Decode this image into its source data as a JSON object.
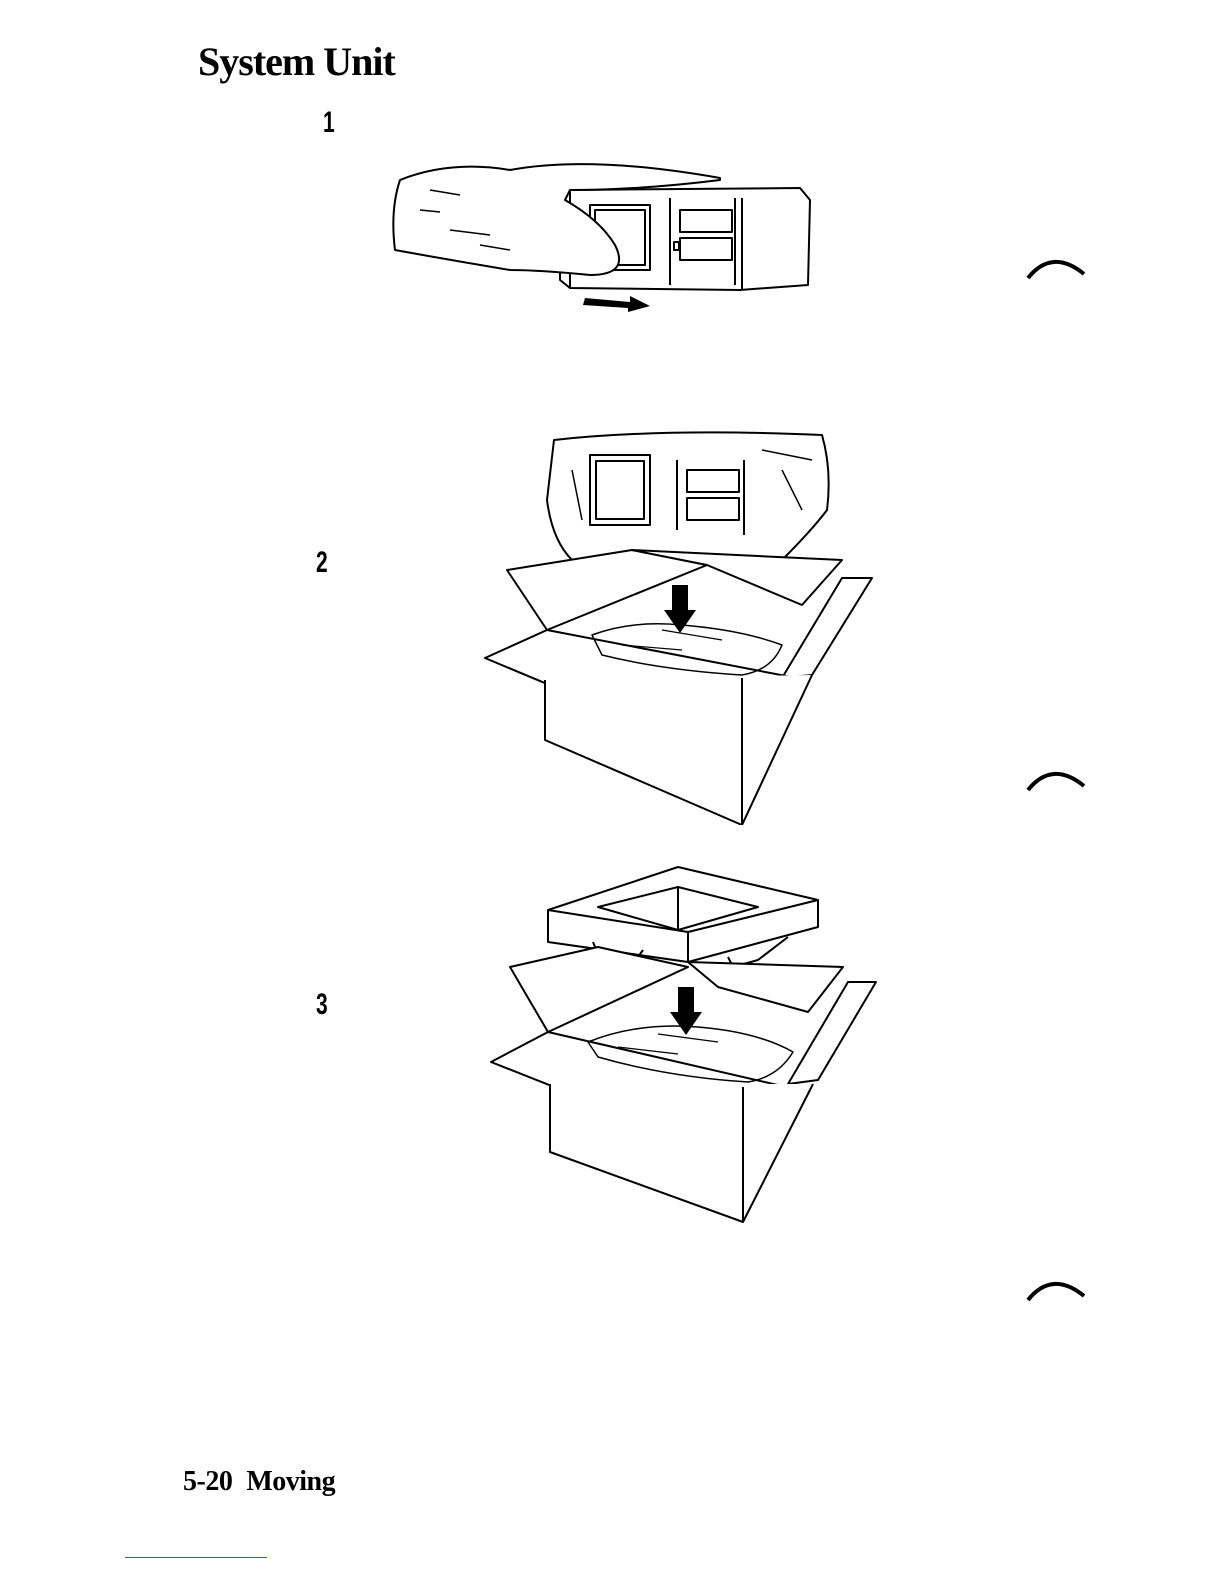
{
  "page": {
    "title": "System Unit",
    "steps": [
      {
        "number": "1"
      },
      {
        "number": "2"
      },
      {
        "number": "3"
      }
    ],
    "footer": {
      "page_number": "5-20",
      "section": "Moving"
    }
  },
  "icons": [
    "arrow-right-icon",
    "arrow-down-icon",
    "tab-marker-icon"
  ]
}
